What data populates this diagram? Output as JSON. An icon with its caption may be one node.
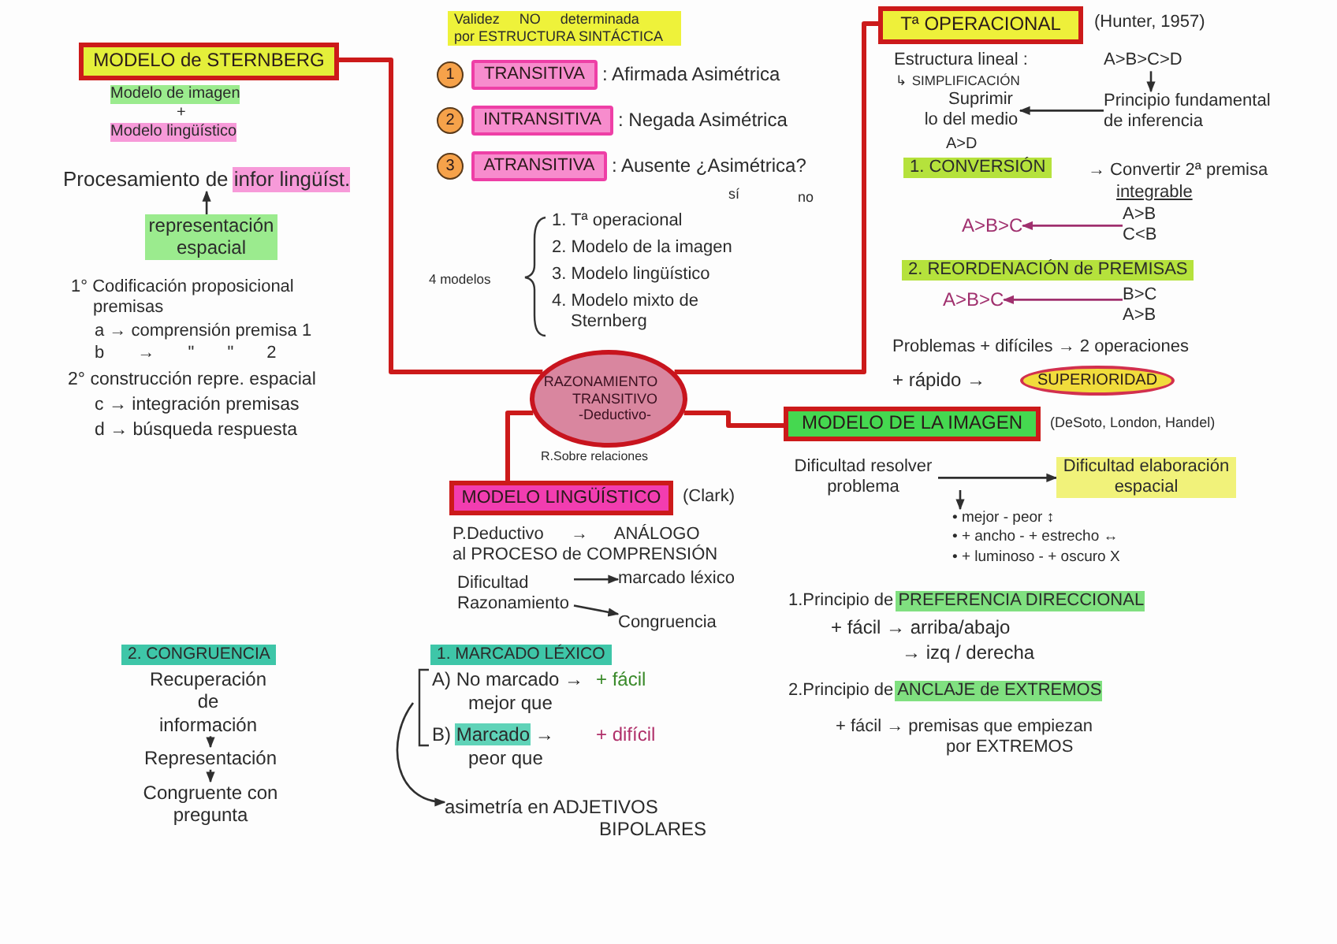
{
  "diagram": {
    "nodes": [
      {
        "text": [
          "RAZONAMIENTO TRANSITIVO -Deductivo-"
        ],
        "beside": [
          "R.Sobre relaciones"
        ]
      },
      {
        "text": [
          "MODELO de STERNBERG"
        ]
      },
      {
        "text": [
          "Procesamiento de infor lingüíst."
        ]
      },
      {
        "text": [
          "representación espacial"
        ]
      },
      {
        "text": [
          "1"
        ]
      },
      {
        "text": [
          "TRANSITIVA"
        ],
        "beside": [
          ": Afirmada Asimétrica"
        ]
      },
      {
        "text": [
          "2"
        ]
      },
      {
        "text": [
          "INTRANSITIVA"
        ],
        "beside": [
          ": Negada Asimétrica"
        ]
      },
      {
        "text": [
          "3"
        ]
      },
      {
        "text": [
          "ATRANSITIVA"
        ],
        "beside": [
          ": Ausente ¿Asimétrica?"
        ]
      },
      {
        "text": [
          "Tª OPERACIONAL"
        ],
        "beside": [
          "(Hunter, 1957)"
        ]
      },
      {
        "text": [
          "A>B>C>D"
        ]
      },
      {
        "text": [
          "Principio fundamental de inferencia"
        ]
      },
      {
        "text": [
          "Suprimir lo del medio"
        ]
      },
      {
        "text": [
          "A>B>C"
        ]
      },
      {
        "text": [
          "A>B C<B"
        ]
      },
      {
        "text": [
          "A>B>C"
        ]
      },
      {
        "text": [
          "B>C A>B"
        ]
      },
      {
        "text": [
          "SUPERIORIDAD"
        ]
      },
      {
        "text": [
          "MODELO LINGÜÍSTICO"
        ],
        "beside": [
          "(Clark)"
        ]
      },
      {
        "text": [
          "Dificultad Razonamiento"
        ]
      },
      {
        "text": [
          "marcado léxico"
        ]
      },
      {
        "text": [
          "Congruencia"
        ]
      },
      {
        "text": [
          "asimetría en ADJETIVOS BIPOLARES"
        ]
      },
      {
        "text": [
          "MODELO DE LA IMAGEN"
        ],
        "beside": [
          "(DeSoto, London, Handel)"
        ]
      },
      {
        "text": [
          "Dificultad resolver problema"
        ]
      },
      {
        "text": [
          "Dificultad elaboración espacial"
        ]
      },
      {
        "text": [
          "• mejor - peor ↕",
          "• + ancho - + estrecho ↔",
          "• + luminoso - + oscuro X"
        ]
      },
      {
        "text": [
          "Recuperación de información"
        ]
      },
      {
        "text": [
          "Representación"
        ]
      },
      {
        "text": [
          "Congruente con pregunta"
        ]
      }
    ],
    "edges": [
      {
        "from": 0,
        "to": 1,
        "arrow": "none",
        "style": "thick",
        "color": "#cc1a1a"
      },
      {
        "from": 0,
        "to": 10,
        "arrow": "none",
        "style": "thick",
        "color": "#cc1a1a"
      },
      {
        "from": 0,
        "to": 19,
        "arrow": "none",
        "style": "thick",
        "color": "#cc1a1a"
      },
      {
        "from": 0,
        "to": 24,
        "arrow": "none",
        "style": "thick",
        "color": "#cc1a1a"
      },
      {
        "from": 3,
        "to": 2,
        "arrow": "to"
      },
      {
        "from": 11,
        "to": 12,
        "arrow": "to"
      },
      {
        "from": 12,
        "to": 13,
        "arrow": "to"
      },
      {
        "from": 15,
        "to": 14,
        "arrow": "to",
        "color": "#a0306e"
      },
      {
        "from": 17,
        "to": 16,
        "arrow": "to",
        "color": "#a0306e"
      },
      {
        "from": 20,
        "to": 21,
        "arrow": "to"
      },
      {
        "from": 20,
        "to": 22,
        "arrow": "to"
      },
      {
        "from": null,
        "to": 23,
        "arrow": "to"
      },
      {
        "from": 25,
        "to": 26,
        "arrow": "to"
      },
      {
        "from": null,
        "to": 27,
        "arrow": "to"
      },
      {
        "from": 28,
        "to": 29,
        "arrow": "to"
      },
      {
        "from": 29,
        "to": 30,
        "arrow": "to"
      }
    ],
    "labels": [
      "Modelo de imagen",
      "+",
      "Modelo lingüístico",
      "1° Codificación proposicional premisas",
      "a → comprensión premisa 1",
      "b → \" \" 2",
      "2° construcción repre. espacial",
      "c → integración premisas",
      "d → búsqueda respuesta",
      "Validez NO determinada por ESTRUCTURA SINTÁCTICA",
      "sí",
      "no",
      "4 modelos",
      "1. Tª operacional",
      "2. Modelo de la imagen",
      "3. Modelo lingüístico",
      "4. Modelo mixto de Sternberg",
      "Estructura lineal :",
      "↳ SIMPLIFICACIÓN",
      "A>D",
      "1. CONVERSIÓN",
      "→ Convertir 2ª premisa",
      "integrable",
      "2. REORDENACIÓN de PREMISAS",
      "Problemas + difíciles → 2 operaciones",
      "+ rápido →",
      "P.Deductivo → ANÁLOGO al PROCESO de COMPRENSIÓN",
      "1. MARCADO LÉXICO",
      "A) No marcado →",
      "+ fácil",
      "mejor que",
      "B) Marcado →",
      "+ difícil",
      "peor que",
      "2. CONGRUENCIA",
      "1.Principio de PREFERENCIA DIRECCIONAL",
      "+ fácil → arriba/abajo",
      "→ izq / derecha",
      "2.Principio de ANCLAJE de EXTREMOS",
      "+ fácil → premisas que empiezan por EXTREMOS"
    ]
  }
}
